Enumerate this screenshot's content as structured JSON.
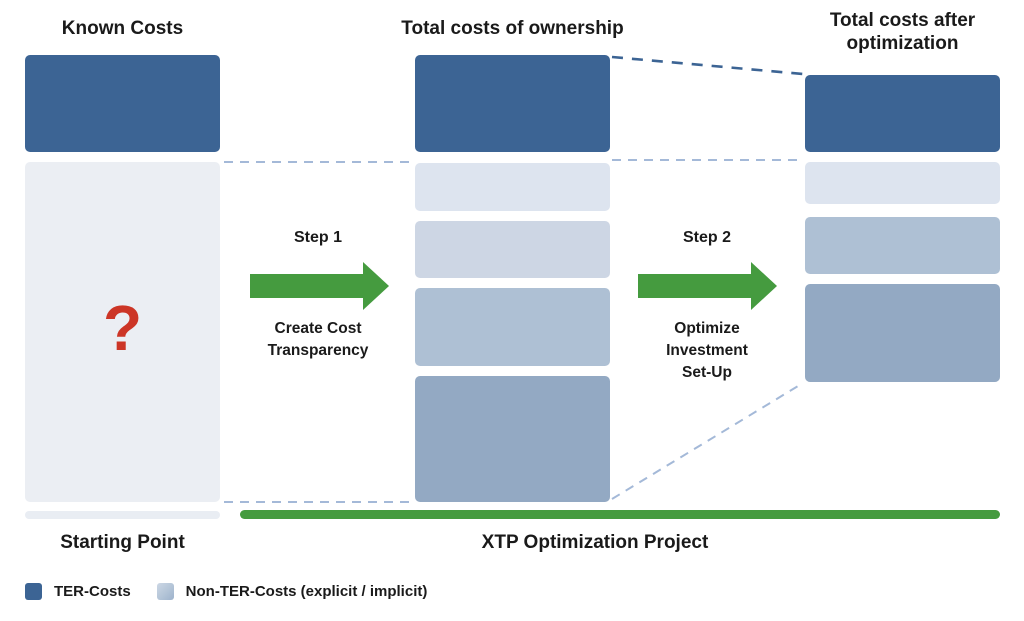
{
  "colors": {
    "ter": "#3c6494",
    "nonter1": "#dde4ef",
    "nonter2": "#cdd6e4",
    "nonter3": "#aec0d4",
    "nonter4": "#93a9c3",
    "unknown_box": "#ebeef3",
    "baseline_gray": "#e9edf3",
    "green": "#459b3f",
    "red": "#cc3526",
    "dash_light": "#a4b9d8"
  },
  "columns": {
    "known": {
      "title": "Known Costs",
      "question_mark": "?",
      "footer": "Starting Point"
    },
    "ownership": {
      "title": "Total costs of ownership"
    },
    "optimized": {
      "title": "Total costs after optimization"
    }
  },
  "steps": {
    "step1": {
      "label": "Step 1",
      "description": "Create Cost Transparency"
    },
    "step2": {
      "label": "Step 2",
      "description": "Optimize Investment Set-Up"
    }
  },
  "timeline": {
    "label": "XTP Optimization Project"
  },
  "legend": {
    "ter": "TER-Costs",
    "nonter": "Non-TER-Costs (explicit / implicit)"
  }
}
